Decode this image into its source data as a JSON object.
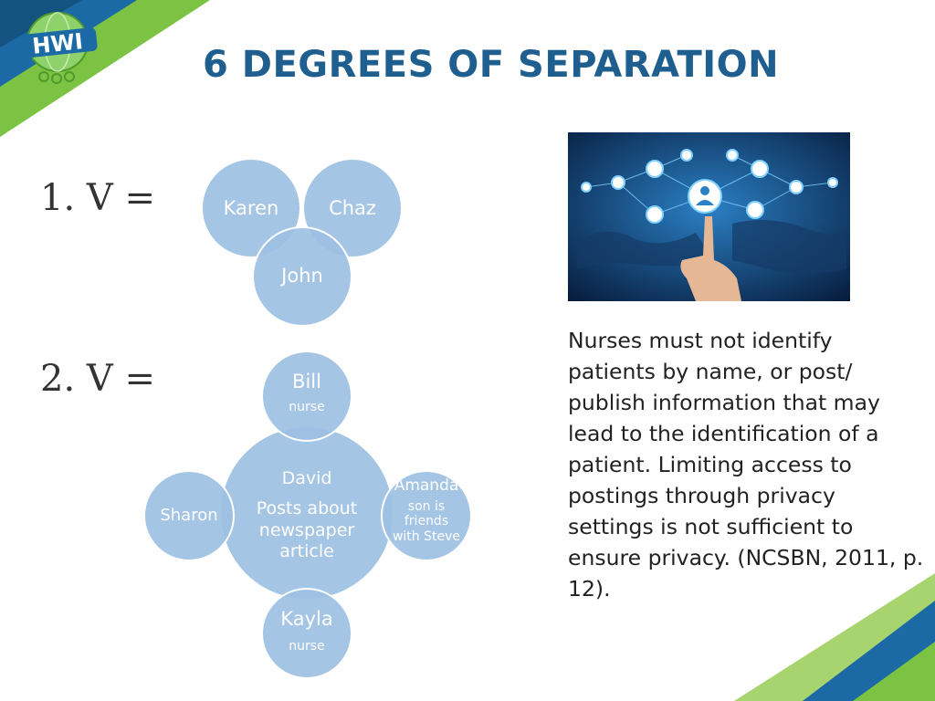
{
  "slide": {
    "title": "6 DEGREES OF SEPARATION",
    "colors": {
      "title": "#1f5f8f",
      "circle_fill": "#9dc0e3",
      "accent_blue": "#1b6aa5",
      "accent_green": "#7cc243",
      "text": "#222222"
    }
  },
  "logo": {
    "text": "HWI",
    "icon": "hwi-globe-logo"
  },
  "item1": {
    "label": "1. V =",
    "circles": [
      {
        "name": "Karen"
      },
      {
        "name": "Chaz"
      },
      {
        "name": "John"
      }
    ]
  },
  "item2": {
    "label": "2. V =",
    "center": {
      "name": "David",
      "description": "Posts about newspaper article"
    },
    "satellites": {
      "top": {
        "name": "Bill",
        "note": "nurse"
      },
      "right": {
        "name": "Amanda",
        "note": "son is friends with Steve"
      },
      "bottom": {
        "name": "Kayla",
        "note": "nurse"
      },
      "left": {
        "name": "Sharon"
      }
    }
  },
  "photo": {
    "icon": "social-network-touch-image"
  },
  "body_text": "Nurses must not identify patients by name, or post/ publish information that may lead to the identification of a patient. Limiting access to postings through privacy settings is not sufficient to ensure privacy. (NCSBN, 2011, p. 12)."
}
